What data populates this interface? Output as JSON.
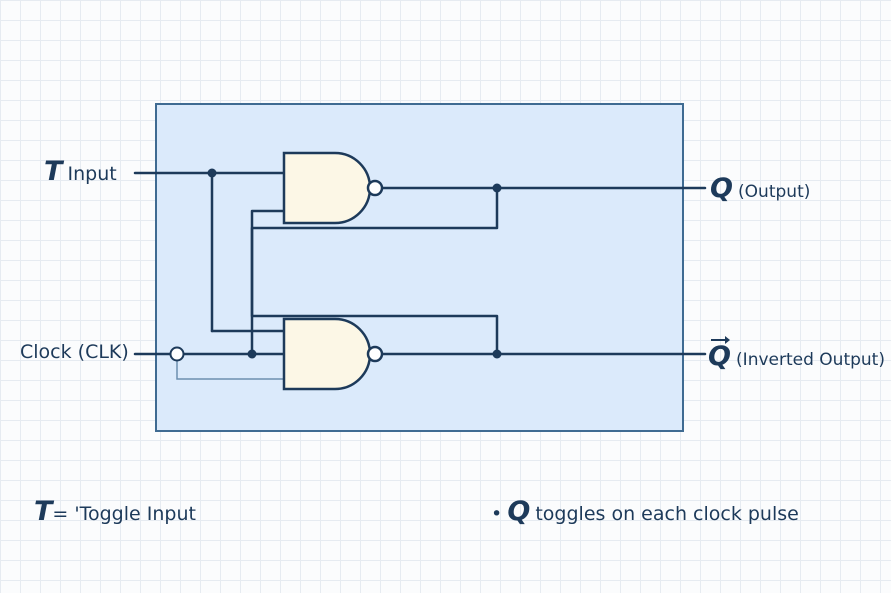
{
  "inputs": {
    "t_symbol": "T",
    "t_text": "Input",
    "clock_text": "Clock (CLK)"
  },
  "outputs": {
    "q_symbol": "Q",
    "q_text": "(Output)",
    "qbar_symbol": "Q",
    "qbar_text": "(Inverted Output)"
  },
  "notes": {
    "t_symbol": "T",
    "t_def": "= 'Toggle Input",
    "bullet": "•",
    "q_symbol": "Q",
    "q_behavior": "toggles on each clock pulse"
  },
  "colors": {
    "wire": "#1d3a5a",
    "panel_fill": "#dbeafb",
    "panel_border": "#3f6b92",
    "gate_fill": "#fcf7e6",
    "feedback_wire": "#6d8faf"
  }
}
